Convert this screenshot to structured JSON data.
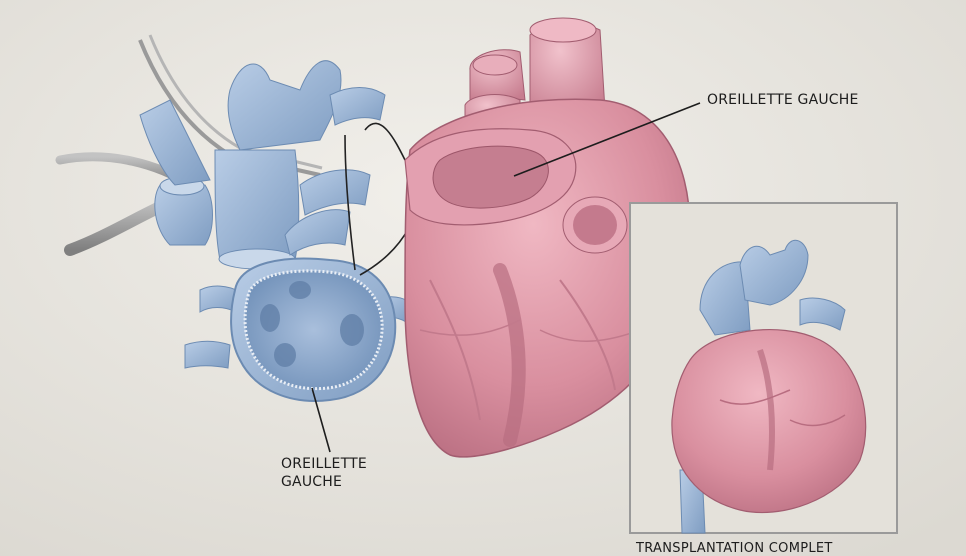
{
  "labels": {
    "top": "OREILLETTE GAUCHE",
    "bottom_line1": "OREILLETTE",
    "bottom_line2": "GAUCHE"
  },
  "inset_caption": "TRANSPLANTATION COMPLET",
  "colors": {
    "background": "#e6e3dc",
    "heart_pink": "#d98f9f",
    "vessel_blue": "#98b4d4",
    "inset_border": "#9a9a9a",
    "label_text": "#1d1d1d"
  }
}
